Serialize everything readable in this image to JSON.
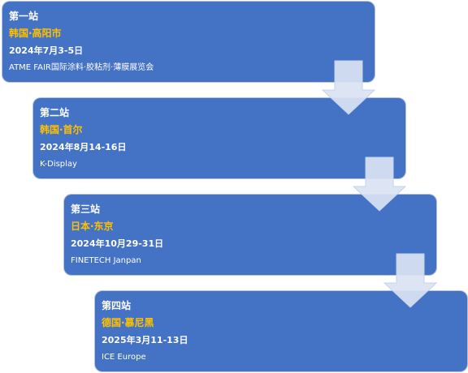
{
  "stops": [
    {
      "label": "第一站",
      "city": "韩国·高阳市",
      "date": "2024年7月3-5日",
      "event": "ATME FAIR国际涂料·胶粘剂·薄膜展览会"
    },
    {
      "label": "第二站",
      "city": "韩国·首尔",
      "date": "2024年8月14-16日",
      "event": "K-Display"
    },
    {
      "label": "第三站",
      "city": "日本·东京",
      "date": "2024年10月29-31日",
      "event": "FINETECH Janpan"
    },
    {
      "label": "第四站",
      "city": "德国·慕尼黑",
      "date": "2025年3月11-13日",
      "event": "ICE Europe"
    }
  ],
  "colors": {
    "box_fill": "#4472c4",
    "label_text": "#ffffff",
    "city_text": "#ffc000",
    "arrow_fill": "#dae3f3"
  },
  "icons": {
    "connector": "down-arrow-icon"
  }
}
